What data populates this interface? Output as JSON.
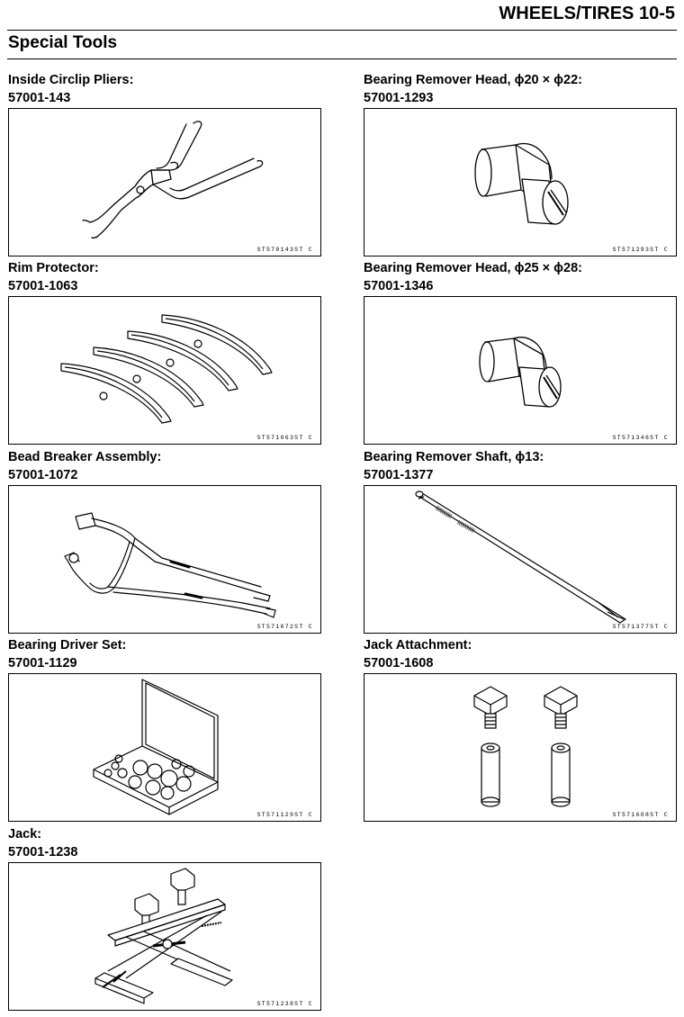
{
  "header": {
    "title": "WHEELS/TIRES 10-5"
  },
  "section": {
    "title": "Special Tools"
  },
  "tools": [
    {
      "name": "Inside Circlip Pliers:",
      "part": "57001-143",
      "code": "ST570143ST C",
      "icon": "circlip-pliers-icon"
    },
    {
      "name": "Bearing Remover Head, ϕ20 × ϕ22:",
      "part": "57001-1293",
      "code": "ST571293ST C",
      "icon": "bearing-remover-head-icon"
    },
    {
      "name": "Rim Protector:",
      "part": "57001-1063",
      "code": "ST571063ST C",
      "icon": "rim-protector-icon"
    },
    {
      "name": "Bearing Remover Head, ϕ25 × ϕ28:",
      "part": "57001-1346",
      "code": "ST571346ST C",
      "icon": "bearing-remover-head-icon"
    },
    {
      "name": "Bead Breaker Assembly:",
      "part": "57001-1072",
      "code": "ST571072ST C",
      "icon": "bead-breaker-icon"
    },
    {
      "name": "Bearing Remover Shaft, ϕ13:",
      "part": "57001-1377",
      "code": "ST571377ST C",
      "icon": "bearing-remover-shaft-icon"
    },
    {
      "name": "Bearing Driver Set:",
      "part": "57001-1129",
      "code": "ST571129ST C",
      "icon": "bearing-driver-set-icon"
    },
    {
      "name": "Jack Attachment:",
      "part": "57001-1608",
      "code": "ST571608ST C",
      "icon": "jack-attachment-icon"
    },
    {
      "name": "Jack:",
      "part": "57001-1238",
      "code": "ST571238ST C",
      "icon": "jack-icon"
    }
  ]
}
